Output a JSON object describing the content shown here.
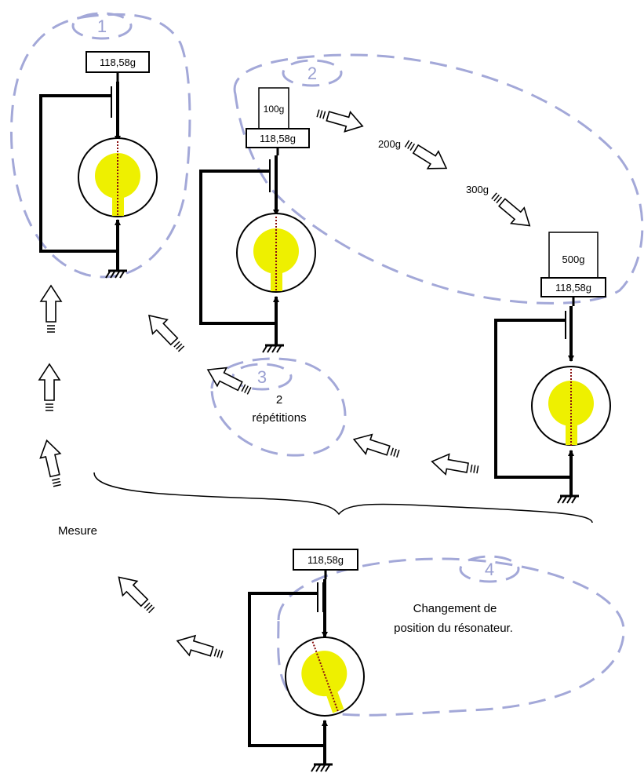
{
  "steps": {
    "s1": "1",
    "s2": "2",
    "s3": "3",
    "s4": "4"
  },
  "masses": {
    "base": "118,58g",
    "m100": "100g",
    "m200": "200g",
    "m300": "300g",
    "m500": "500g"
  },
  "texts": {
    "rep_line1": "2",
    "rep_line2": "répétitions",
    "measure": "Mesure",
    "change_line1": "Changement de",
    "change_line2": "position du résonateur."
  },
  "colors": {
    "dashed": "#a3a8d8",
    "resonator": "#eef000",
    "line": "#000000",
    "axis": "#8a1010"
  }
}
